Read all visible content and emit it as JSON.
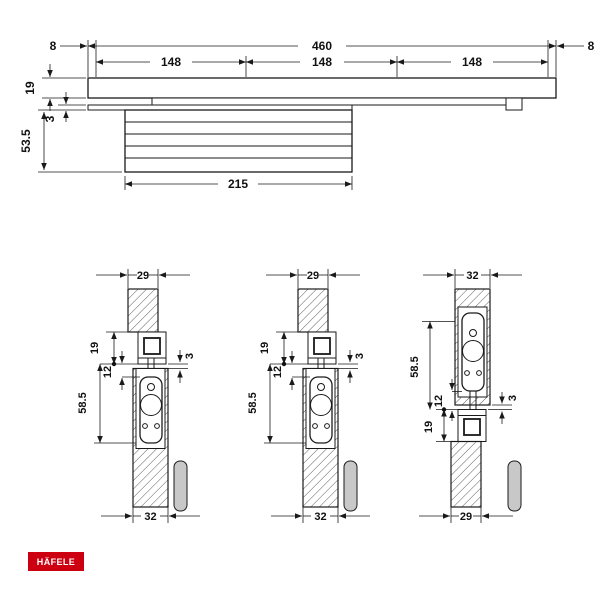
{
  "brand": {
    "name": "HÄFELE",
    "color": "#cc0011",
    "text_color": "#ffffff"
  },
  "top_view": {
    "name": "door-closer-front-elevation",
    "dims": {
      "total_length": "460",
      "end_offset_left": "8",
      "end_offset_right": "8",
      "hole_spacing_1": "148",
      "hole_spacing_2": "148",
      "hole_spacing_3": "148",
      "rail_height": "19",
      "plate_thickness": "3",
      "body_height": "53.5",
      "body_length": "215"
    }
  },
  "sections": [
    {
      "id": "section-door-mounted-left",
      "dims": {
        "frame_depth": "29",
        "rail_height": "19",
        "clearance": "3",
        "body_depth": "58.5",
        "axis_offset": "12",
        "door_thickness": "32"
      }
    },
    {
      "id": "section-door-mounted-middle",
      "dims": {
        "frame_depth": "29",
        "rail_height": "19",
        "clearance": "3",
        "body_depth": "58.5",
        "axis_offset": "12",
        "door_thickness": "32"
      }
    },
    {
      "id": "section-frame-mounted-right",
      "dims": {
        "frame_depth": "32",
        "body_depth": "58.5",
        "axis_offset": "12",
        "clearance": "3",
        "rail_height": "19",
        "door_thickness": "29"
      }
    }
  ]
}
